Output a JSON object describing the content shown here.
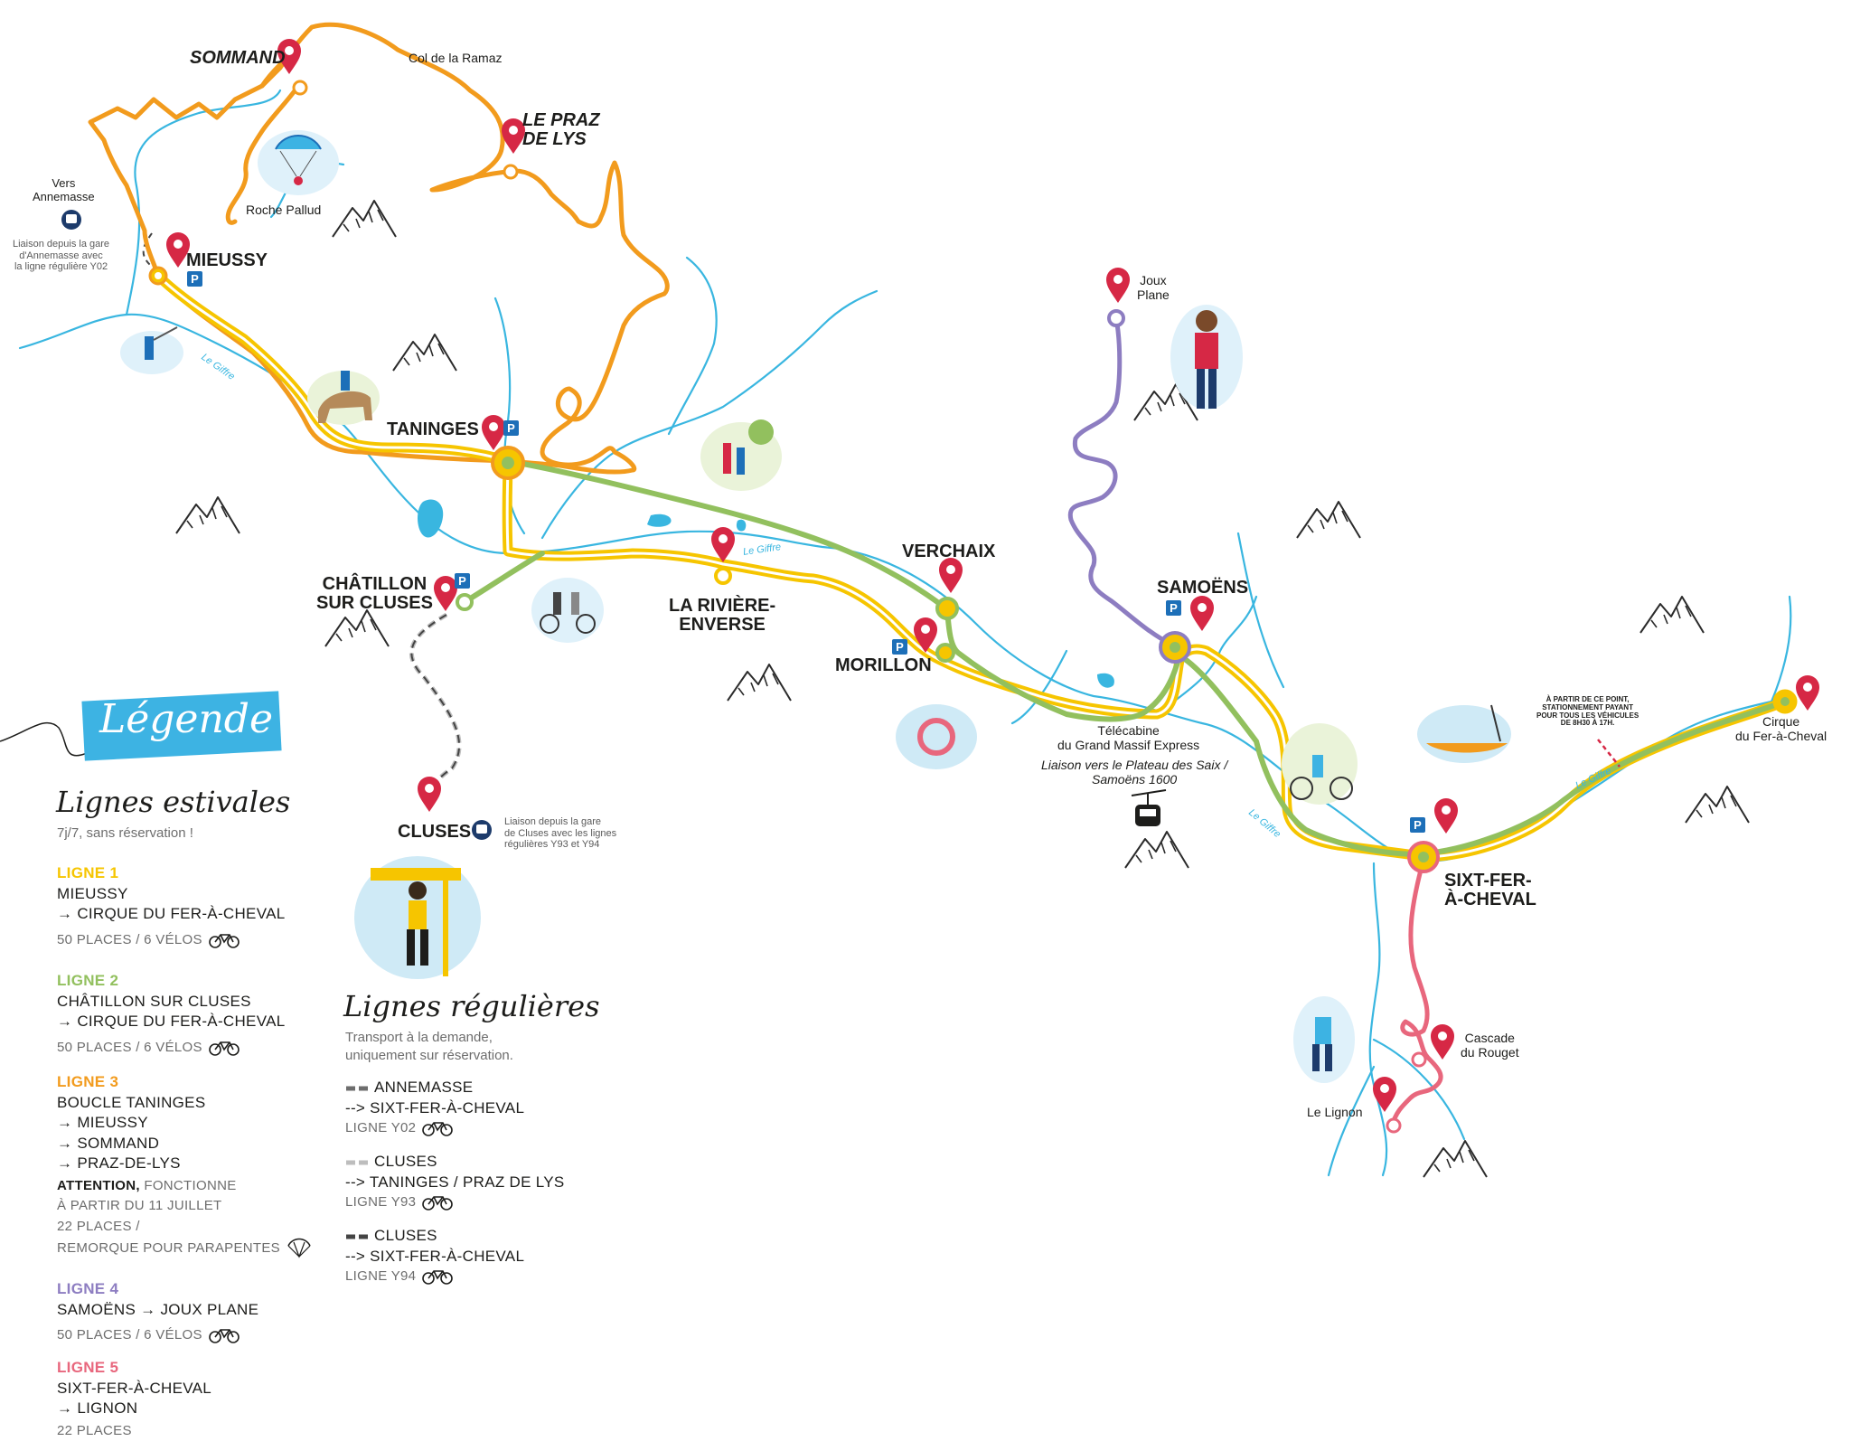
{
  "map": {
    "places": {
      "sommand": "SOMMAND",
      "col_ramaz": "Col de la Ramaz",
      "praz_de_lys": "LE PRAZ\nDE LYS",
      "roche_pallud": "Roche Pallud",
      "vers_annemasse": "Vers\nAnnemasse",
      "annemasse_note": "Liaison depuis la gare\nd'Annemasse avec\nla ligne régulière Y02",
      "mieussy": "MIEUSSY",
      "taninges": "TANINGES",
      "chatillon": "CHÂTILLON\nSUR CLUSES",
      "riviere_enverse": "LA RIVIÈRE-\nENVERSE",
      "verchaix": "VERCHAIX",
      "morillon": "MORILLON",
      "joux_plane": "Joux\nPlane",
      "samoens": "SAMOËNS",
      "telecabine": "Télécabine\ndu Grand Massif Express",
      "telecabine_note": "Liaison vers le Plateau des Saix /\nSamoëns 1600",
      "cluses": "CLUSES",
      "cluses_note": "Liaison depuis la gare\nde Cluses avec les lignes\nrégulières Y93 et Y94",
      "sixt": "SIXT-FER-\nÀ-CHEVAL",
      "cirque": "Cirque\ndu Fer-à-Cheval",
      "cascade": "Cascade\ndu Rouget",
      "lignon": "Le Lignon",
      "parking_note": "À PARTIR DE CE POINT,\nSTATIONNEMENT PAYANT\nPOUR TOUS LES VÉHICULES\nDE 8H30 À 17H.",
      "river": "Le Giffre",
      "parking": "P"
    },
    "colors": {
      "ligne1": "#f6c500",
      "ligne2": "#92c05e",
      "ligne3": "#f29b1d",
      "ligne4": "#8d7dc1",
      "ligne5": "#e8677d",
      "river": "#39b6e0",
      "pin": "#d62845",
      "parking": "#1d6fb8"
    }
  },
  "legend": {
    "title": "Légende",
    "estivales": {
      "heading": "Lignes estivales",
      "sub": "7j/7, sans réservation !",
      "lines": [
        {
          "title": "LIGNE 1",
          "route": [
            "MIEUSSY",
            "→ CIRQUE DU FER-À-CHEVAL"
          ],
          "info": "50 PLACES / 6 VÉLOS",
          "color": "#f6c500"
        },
        {
          "title": "LIGNE 2",
          "route": [
            "CHÂTILLON SUR CLUSES",
            "→ CIRQUE DU FER-À-CHEVAL"
          ],
          "info": "50 PLACES / 6 VÉLOS",
          "color": "#92c05e"
        },
        {
          "title": "LIGNE 3",
          "route": [
            "BOUCLE TANINGES",
            "→ MIEUSSY",
            "→ SOMMAND",
            "→ PRAZ-DE-LYS"
          ],
          "attention": "ATTENTION,",
          "attention_rest": " FONCTIONNE",
          "notes": [
            "À PARTIR DU 11 JUILLET",
            "22 PLACES /",
            "REMORQUE POUR PARAPENTES"
          ],
          "color": "#f29b1d"
        },
        {
          "title": "LIGNE 4",
          "route": [
            "SAMOËNS → JOUX PLANE"
          ],
          "info": "50 PLACES / 6 VÉLOS",
          "color": "#8d7dc1"
        },
        {
          "title": "LIGNE 5",
          "route": [
            "SIXT-FER-À-CHEVAL",
            "→ LIGNON"
          ],
          "info": "22 PLACES",
          "color": "#e8677d"
        }
      ]
    },
    "regulieres": {
      "heading": "Lignes régulières",
      "sub": [
        "Transport à la demande,",
        "uniquement sur réservation."
      ],
      "lines": [
        {
          "from": "ANNEMASSE",
          "to": "--> SIXT-FER-À-CHEVAL",
          "code": "LIGNE Y02",
          "dash_color": "#6d6d6d"
        },
        {
          "from": "CLUSES",
          "to": "--> TANINGES / PRAZ DE LYS",
          "code": "LIGNE Y93",
          "dash_color": "#bdbdbd"
        },
        {
          "from": "CLUSES",
          "to": "--> SIXT-FER-À-CHEVAL",
          "code": "LIGNE Y94",
          "dash_color": "#444444"
        }
      ]
    }
  }
}
